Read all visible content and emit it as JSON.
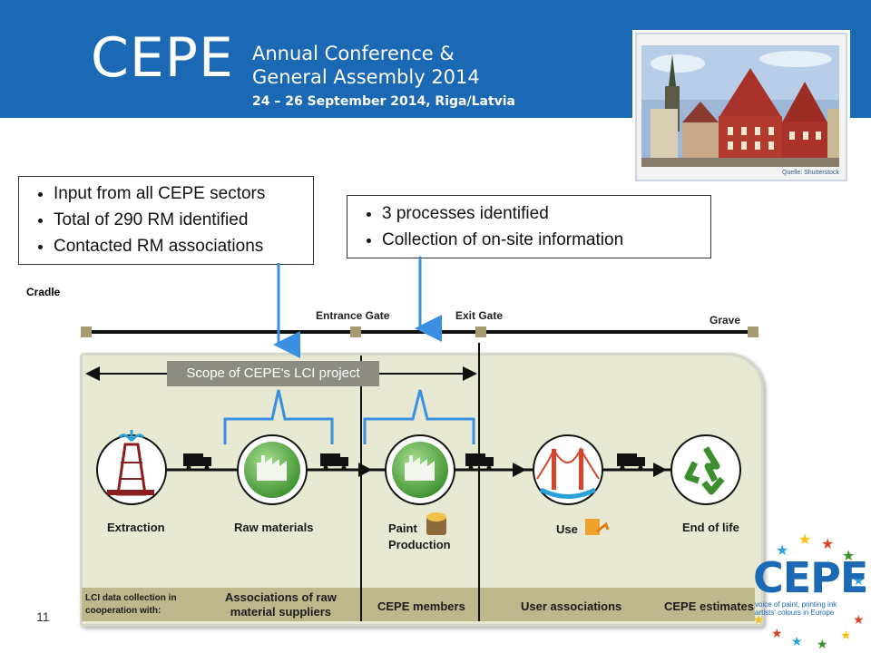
{
  "header": {
    "logo": "CEPE",
    "title_line1": "Annual Conference &",
    "title_line2": "General Assembly 2014",
    "date": "24 – 26 September 2014, Riga/Latvia",
    "photo_credit": "Quelle: Shutterstock",
    "banner_color": "#1b68b4"
  },
  "callouts": {
    "left": [
      "Input from all CEPE sectors",
      "Total of 290 RM identified",
      "Contacted RM associations"
    ],
    "right": [
      "3 processes identified",
      "Collection of on-site information"
    ]
  },
  "timeline": {
    "cradle": "Cradle",
    "entrance_gate": "Entrance Gate",
    "exit_gate": "Exit Gate",
    "grave": "Grave"
  },
  "scope_label": "Scope of CEPE's LCI project",
  "stages": {
    "extraction": "Extraction",
    "raw_materials": "Raw materials",
    "paint_line1": "Paint",
    "paint_line2": "Production",
    "use": "Use",
    "end_of_life": "End of life"
  },
  "bottom_bar": {
    "intro_line1": "LCI data collection in",
    "intro_line2": "cooperation with:",
    "raw_line1": "Associations of raw",
    "raw_line2": "material suppliers",
    "members": "CEPE members",
    "users": "User associations",
    "estimates": "CEPE estimates"
  },
  "footer": {
    "page_number": "11",
    "brand": "CEPE",
    "tagline_line1": "voice of paint, printing ink",
    "tagline_line2": "artists' colours in Europe"
  },
  "colors": {
    "callout_arrow": "#3a8fe0",
    "panel_bg": "#e7e9d2",
    "bottom_bar": "#bdb88c",
    "stage_green": "#4da63c"
  }
}
